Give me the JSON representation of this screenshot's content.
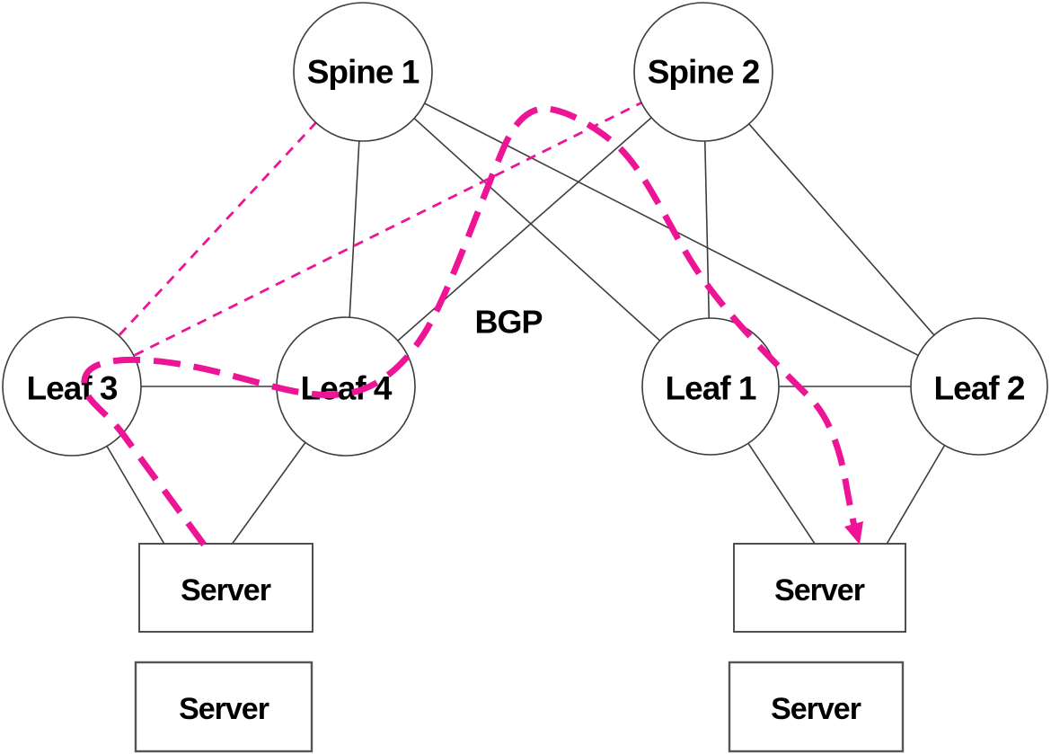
{
  "diagram": {
    "type": "spine-leaf-network-topology",
    "bgp_label": "BGP",
    "nodes": {
      "spine1": {
        "label": "Spine 1",
        "shape": "circle"
      },
      "spine2": {
        "label": "Spine 2",
        "shape": "circle"
      },
      "leaf3": {
        "label": "Leaf 3",
        "shape": "circle"
      },
      "leaf4": {
        "label": "Leaf 4",
        "shape": "circle"
      },
      "leaf1": {
        "label": "Leaf 1",
        "shape": "circle"
      },
      "leaf2": {
        "label": "Leaf 2",
        "shape": "circle"
      },
      "server_left_top": {
        "label": "Server",
        "shape": "rect"
      },
      "server_left_bottom": {
        "label": "Server",
        "shape": "rect"
      },
      "server_right_top": {
        "label": "Server",
        "shape": "rect"
      },
      "server_right_bottom": {
        "label": "Server",
        "shape": "rect"
      }
    },
    "links": [
      {
        "from": "spine1",
        "to": "leaf4",
        "style": "solid"
      },
      {
        "from": "spine1",
        "to": "leaf1",
        "style": "solid"
      },
      {
        "from": "spine1",
        "to": "leaf2",
        "style": "solid"
      },
      {
        "from": "spine2",
        "to": "leaf4",
        "style": "solid"
      },
      {
        "from": "spine2",
        "to": "leaf1",
        "style": "solid"
      },
      {
        "from": "spine2",
        "to": "leaf2",
        "style": "solid"
      },
      {
        "from": "leaf3",
        "to": "leaf4",
        "style": "solid"
      },
      {
        "from": "leaf1",
        "to": "leaf2",
        "style": "solid"
      },
      {
        "from": "leaf3",
        "to": "server_left_top",
        "style": "solid"
      },
      {
        "from": "leaf4",
        "to": "server_left_top",
        "style": "solid"
      },
      {
        "from": "leaf1",
        "to": "server_right_top",
        "style": "solid"
      },
      {
        "from": "leaf2",
        "to": "server_right_top",
        "style": "solid"
      },
      {
        "from": "leaf3",
        "to": "spine1",
        "style": "bgp-dashed"
      },
      {
        "from": "leaf3",
        "to": "spine2",
        "style": "bgp-dashed"
      }
    ],
    "highlighted_path": {
      "from": "server_left_top",
      "via": [
        "leaf3",
        "leaf4"
      ],
      "to": "server_right_top",
      "style": "thick-dashed-arrow"
    },
    "colors": {
      "highlight": "#ED1496",
      "line": "#3D3D3D",
      "node_fill": "#FFFFFF",
      "text": "#000000"
    }
  }
}
